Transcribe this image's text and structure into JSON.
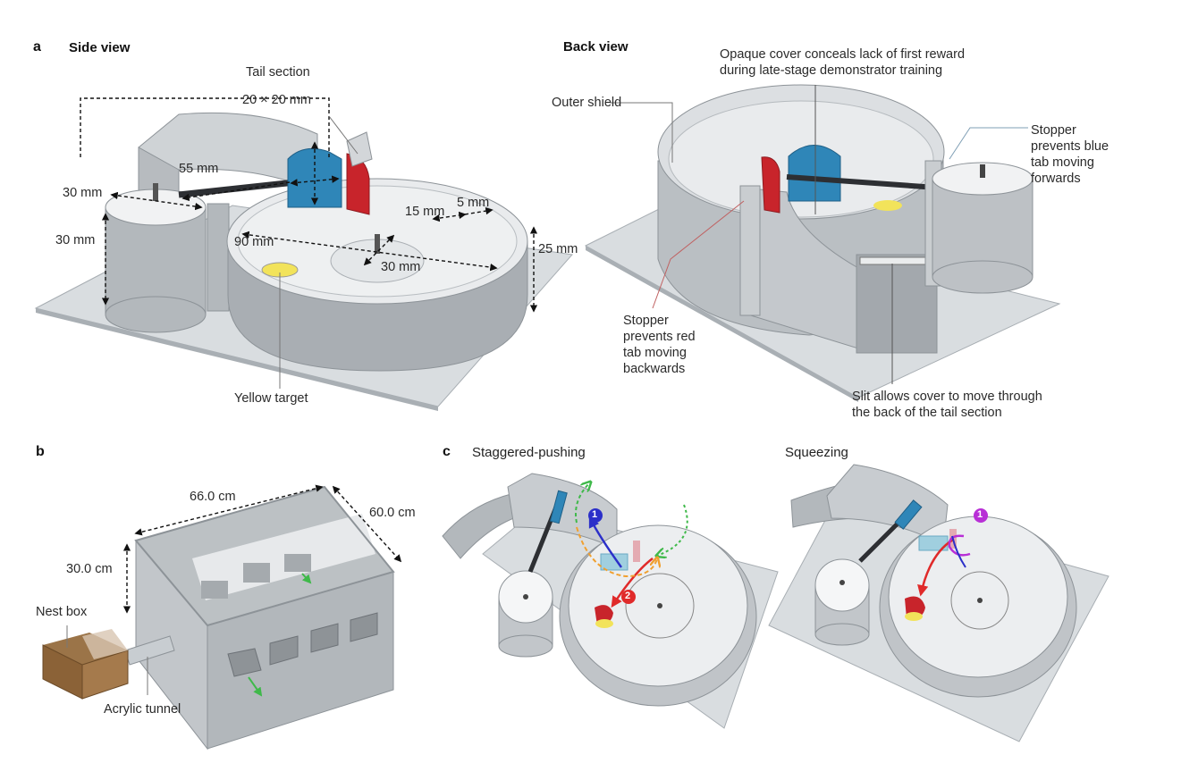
{
  "panel_a": {
    "letter": "a",
    "side_view": {
      "title": "Side view",
      "labels": {
        "tail_section": "Tail section",
        "tab_size": "20 × 20 mm",
        "rod_length": "55 mm",
        "cyl_diameter": "30 mm",
        "cyl_height": "30 mm",
        "arena_diameter": "90 mm",
        "inner_gap": "15 mm",
        "wall_thickness": "5 mm",
        "center_diameter": "30 mm",
        "wall_height": "25 mm",
        "yellow_target": "Yellow target"
      }
    },
    "back_view": {
      "title": "Back view",
      "labels": {
        "opaque_cover_line1": "Opaque cover conceals lack of first reward",
        "opaque_cover_line2": "during late-stage demonstrator training",
        "outer_shield": "Outer shield",
        "stopper_blue": [
          "Stopper",
          "prevents blue",
          "tab moving",
          "forwards"
        ],
        "stopper_red": [
          "Stopper",
          "prevents red",
          "tab moving",
          "backwards"
        ],
        "slit_line1": "Slit allows cover to move through",
        "slit_line2": "the back of the tail section"
      }
    }
  },
  "panel_b": {
    "letter": "b",
    "labels": {
      "length": "66.0 cm",
      "width": "60.0 cm",
      "height": "30.0 cm",
      "nest_box": "Nest box",
      "acrylic_tunnel": "Acrylic tunnel"
    }
  },
  "panel_c": {
    "letter": "c",
    "staggered": {
      "title": "Staggered-pushing",
      "step1": "1",
      "step2": "2"
    },
    "squeezing": {
      "title": "Squeezing",
      "step1": "1"
    }
  },
  "colors": {
    "blue_tab": "#2f86b8",
    "red_tab": "#c8242b",
    "yellow_target": "#f2e35a",
    "gray_wall": "#b9bdc1",
    "base_plate": "#d9dde0",
    "step_blue": "#2b2fc9",
    "step_red": "#e02a2a",
    "step_purple": "#b82fd6",
    "arrow_green": "#3fb94a",
    "arrow_orange": "#f0a030"
  }
}
